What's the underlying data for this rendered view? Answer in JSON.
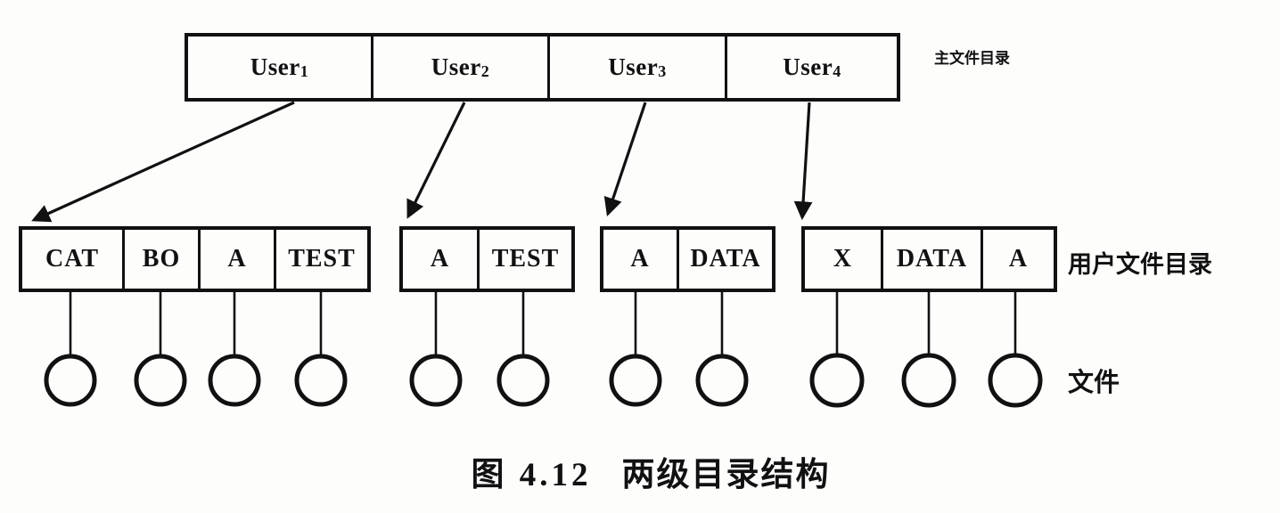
{
  "figure": {
    "master_label": "主文件目录",
    "user_dir_label": "用户文件目录",
    "file_label": "文件",
    "caption_number": "图 4.12",
    "caption_title": "两级目录结构"
  },
  "master": {
    "cells": [
      {
        "base": "User",
        "sub": "1"
      },
      {
        "base": "User",
        "sub": "2"
      },
      {
        "base": "User",
        "sub": "3"
      },
      {
        "base": "User",
        "sub": "4"
      }
    ]
  },
  "groups": [
    {
      "owner": "User1",
      "cells": [
        "CAT",
        "BO",
        "A",
        "TEST"
      ]
    },
    {
      "owner": "User2",
      "cells": [
        "A",
        "TEST"
      ]
    },
    {
      "owner": "User3",
      "cells": [
        "A",
        "DATA"
      ]
    },
    {
      "owner": "User4",
      "cells": [
        "X",
        "DATA",
        "A"
      ]
    }
  ],
  "colors": {
    "ink": "#111111",
    "paper": "#fdfdfc"
  }
}
